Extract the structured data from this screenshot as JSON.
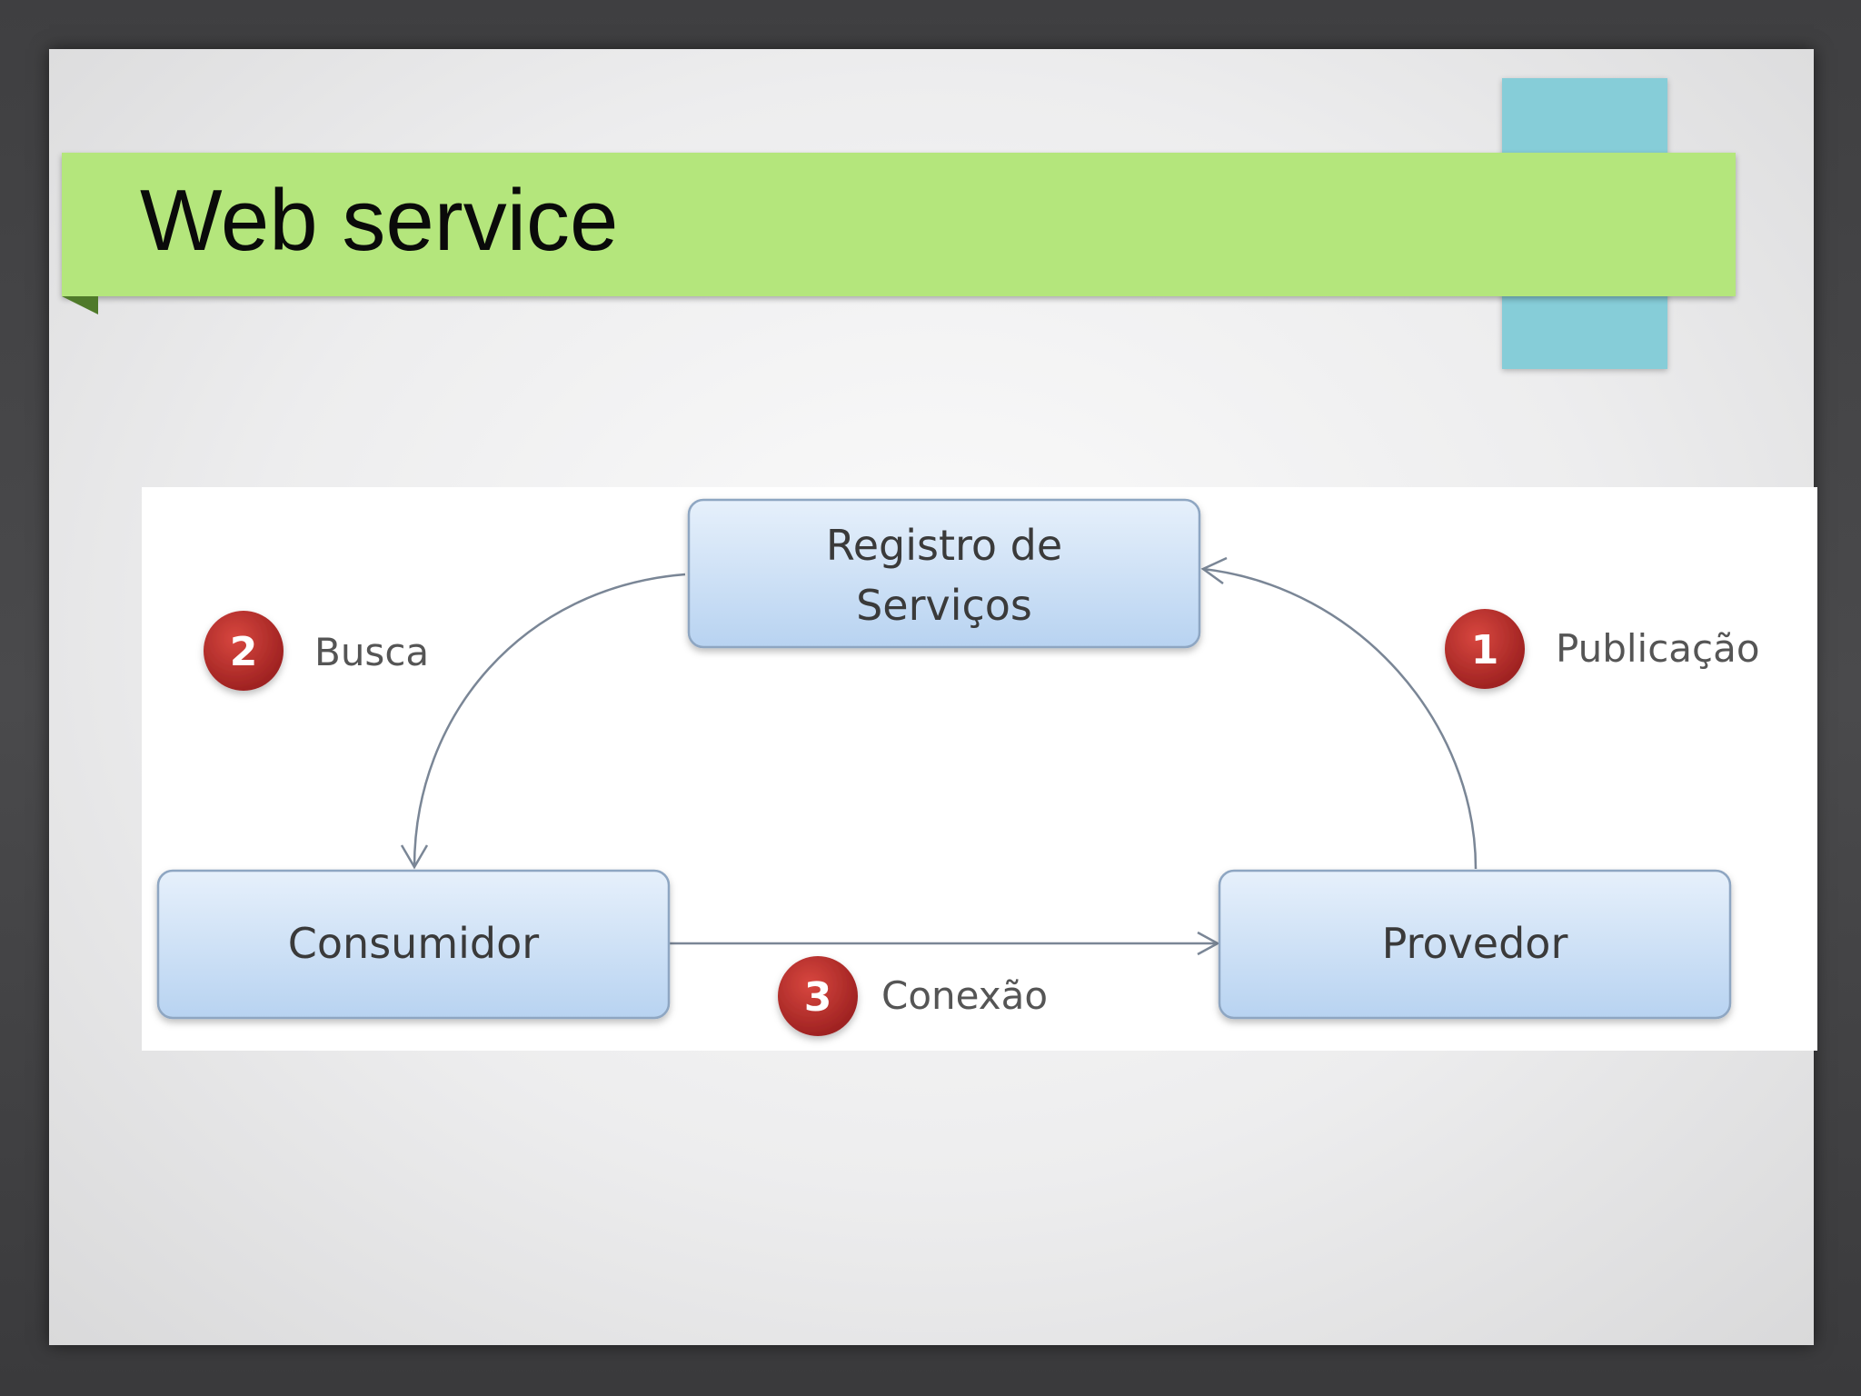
{
  "slide": {
    "title": "Web service"
  },
  "diagram": {
    "nodes": {
      "registry": {
        "line1": "Registro de",
        "line2": "Serviços"
      },
      "consumer": {
        "label": "Consumidor"
      },
      "provider": {
        "label": "Provedor"
      }
    },
    "steps": [
      {
        "number": "1",
        "label": "Publicação"
      },
      {
        "number": "2",
        "label": "Busca"
      },
      {
        "number": "3",
        "label": "Conexão"
      }
    ],
    "colors": {
      "title_band": "#b4e67c",
      "accent_tab": "#86cdd8",
      "box_fill_top": "#e6f0fb",
      "box_fill_bottom": "#b8d3f1",
      "box_stroke": "#8ea6c2",
      "badge": "#b42a2a"
    }
  }
}
